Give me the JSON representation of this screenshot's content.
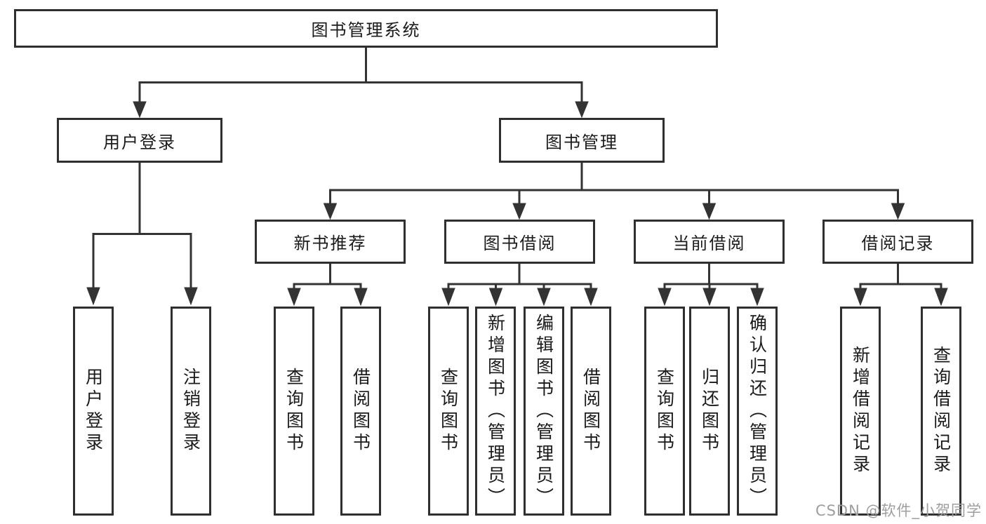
{
  "root": {
    "label": "图书管理系统"
  },
  "level2": {
    "user_login": {
      "label": "用户登录"
    },
    "book_mgmt": {
      "label": "图书管理"
    }
  },
  "level3": {
    "new_book": {
      "label": "新书推荐"
    },
    "borrow": {
      "label": "图书借阅"
    },
    "current": {
      "label": "当前借阅"
    },
    "records": {
      "label": "借阅记录"
    }
  },
  "leaves": {
    "user_login": [
      "用户登录",
      "注销登录"
    ],
    "new_book": [
      "查询图书",
      "借阅图书"
    ],
    "borrow": [
      "查询图书",
      "新增图书（管理员）",
      "编辑图书（管理员）",
      "借阅图书"
    ],
    "current": [
      "查询图书",
      "归还图书",
      "确认归还（管理员）"
    ],
    "records": [
      "新增借阅记录",
      "查询借阅记录"
    ]
  },
  "watermark": "CSDN @软件_小贺同学",
  "colors": {
    "line": "#333333",
    "box_border": "#2f2f2f",
    "text": "#1a1a1a",
    "background": "#ffffff",
    "watermark": "#9e9e9e"
  }
}
